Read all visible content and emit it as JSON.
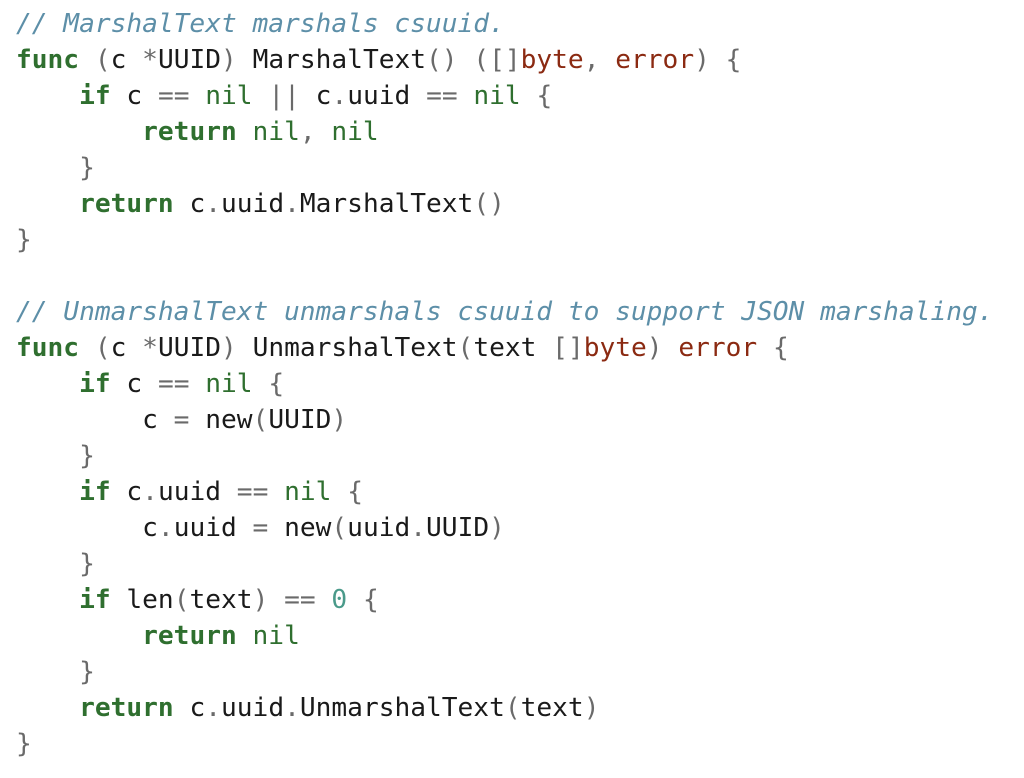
{
  "colors": {
    "background": "#ffffff",
    "comment": "#5d8fa8",
    "keyword": "#2f6f2f",
    "identifier": "#1a1a1a",
    "punctuation": "#6a6a6a",
    "builtin_type": "#8b2a12",
    "number": "#4a9a8a"
  },
  "code": {
    "lines": [
      [
        {
          "t": "comment",
          "v": "// MarshalText marshals csuuid."
        }
      ],
      [
        {
          "t": "keyword",
          "v": "func"
        },
        {
          "t": "punct",
          "v": " ("
        },
        {
          "t": "ident",
          "v": "c "
        },
        {
          "t": "punct",
          "v": "*"
        },
        {
          "t": "ident",
          "v": "UUID"
        },
        {
          "t": "punct",
          "v": ") "
        },
        {
          "t": "ident",
          "v": "MarshalText"
        },
        {
          "t": "punct",
          "v": "() ([]"
        },
        {
          "t": "type",
          "v": "byte"
        },
        {
          "t": "punct",
          "v": ", "
        },
        {
          "t": "type",
          "v": "error"
        },
        {
          "t": "punct",
          "v": ") {"
        }
      ],
      [
        {
          "t": "ident",
          "v": "    "
        },
        {
          "t": "keyword",
          "v": "if"
        },
        {
          "t": "ident",
          "v": " c "
        },
        {
          "t": "punct",
          "v": "=="
        },
        {
          "t": "ident",
          "v": " "
        },
        {
          "t": "nil",
          "v": "nil"
        },
        {
          "t": "punct",
          "v": " || "
        },
        {
          "t": "ident",
          "v": "c"
        },
        {
          "t": "punct",
          "v": "."
        },
        {
          "t": "ident",
          "v": "uuid "
        },
        {
          "t": "punct",
          "v": "=="
        },
        {
          "t": "ident",
          "v": " "
        },
        {
          "t": "nil",
          "v": "nil"
        },
        {
          "t": "punct",
          "v": " {"
        }
      ],
      [
        {
          "t": "ident",
          "v": "        "
        },
        {
          "t": "keyword",
          "v": "return"
        },
        {
          "t": "ident",
          "v": " "
        },
        {
          "t": "nil",
          "v": "nil"
        },
        {
          "t": "punct",
          "v": ", "
        },
        {
          "t": "nil",
          "v": "nil"
        }
      ],
      [
        {
          "t": "ident",
          "v": "    "
        },
        {
          "t": "punct",
          "v": "}"
        }
      ],
      [
        {
          "t": "ident",
          "v": "    "
        },
        {
          "t": "keyword",
          "v": "return"
        },
        {
          "t": "ident",
          "v": " c"
        },
        {
          "t": "punct",
          "v": "."
        },
        {
          "t": "ident",
          "v": "uuid"
        },
        {
          "t": "punct",
          "v": "."
        },
        {
          "t": "ident",
          "v": "MarshalText"
        },
        {
          "t": "punct",
          "v": "()"
        }
      ],
      [
        {
          "t": "punct",
          "v": "}"
        }
      ],
      [],
      [
        {
          "t": "comment",
          "v": "// UnmarshalText unmarshals csuuid to support JSON marshaling."
        }
      ],
      [
        {
          "t": "keyword",
          "v": "func"
        },
        {
          "t": "punct",
          "v": " ("
        },
        {
          "t": "ident",
          "v": "c "
        },
        {
          "t": "punct",
          "v": "*"
        },
        {
          "t": "ident",
          "v": "UUID"
        },
        {
          "t": "punct",
          "v": ") "
        },
        {
          "t": "ident",
          "v": "UnmarshalText"
        },
        {
          "t": "punct",
          "v": "("
        },
        {
          "t": "ident",
          "v": "text "
        },
        {
          "t": "punct",
          "v": "[]"
        },
        {
          "t": "type",
          "v": "byte"
        },
        {
          "t": "punct",
          "v": ") "
        },
        {
          "t": "type",
          "v": "error"
        },
        {
          "t": "punct",
          "v": " {"
        }
      ],
      [
        {
          "t": "ident",
          "v": "    "
        },
        {
          "t": "keyword",
          "v": "if"
        },
        {
          "t": "ident",
          "v": " c "
        },
        {
          "t": "punct",
          "v": "=="
        },
        {
          "t": "ident",
          "v": " "
        },
        {
          "t": "nil",
          "v": "nil"
        },
        {
          "t": "punct",
          "v": " {"
        }
      ],
      [
        {
          "t": "ident",
          "v": "        c "
        },
        {
          "t": "punct",
          "v": "="
        },
        {
          "t": "ident",
          "v": " new"
        },
        {
          "t": "punct",
          "v": "("
        },
        {
          "t": "ident",
          "v": "UUID"
        },
        {
          "t": "punct",
          "v": ")"
        }
      ],
      [
        {
          "t": "ident",
          "v": "    "
        },
        {
          "t": "punct",
          "v": "}"
        }
      ],
      [
        {
          "t": "ident",
          "v": "    "
        },
        {
          "t": "keyword",
          "v": "if"
        },
        {
          "t": "ident",
          "v": " c"
        },
        {
          "t": "punct",
          "v": "."
        },
        {
          "t": "ident",
          "v": "uuid "
        },
        {
          "t": "punct",
          "v": "=="
        },
        {
          "t": "ident",
          "v": " "
        },
        {
          "t": "nil",
          "v": "nil"
        },
        {
          "t": "punct",
          "v": " {"
        }
      ],
      [
        {
          "t": "ident",
          "v": "        c"
        },
        {
          "t": "punct",
          "v": "."
        },
        {
          "t": "ident",
          "v": "uuid "
        },
        {
          "t": "punct",
          "v": "="
        },
        {
          "t": "ident",
          "v": " new"
        },
        {
          "t": "punct",
          "v": "("
        },
        {
          "t": "ident",
          "v": "uuid"
        },
        {
          "t": "punct",
          "v": "."
        },
        {
          "t": "ident",
          "v": "UUID"
        },
        {
          "t": "punct",
          "v": ")"
        }
      ],
      [
        {
          "t": "ident",
          "v": "    "
        },
        {
          "t": "punct",
          "v": "}"
        }
      ],
      [
        {
          "t": "ident",
          "v": "    "
        },
        {
          "t": "keyword",
          "v": "if"
        },
        {
          "t": "ident",
          "v": " len"
        },
        {
          "t": "punct",
          "v": "("
        },
        {
          "t": "ident",
          "v": "text"
        },
        {
          "t": "punct",
          "v": ") == "
        },
        {
          "t": "number",
          "v": "0"
        },
        {
          "t": "punct",
          "v": " {"
        }
      ],
      [
        {
          "t": "ident",
          "v": "        "
        },
        {
          "t": "keyword",
          "v": "return"
        },
        {
          "t": "ident",
          "v": " "
        },
        {
          "t": "nil",
          "v": "nil"
        }
      ],
      [
        {
          "t": "ident",
          "v": "    "
        },
        {
          "t": "punct",
          "v": "}"
        }
      ],
      [
        {
          "t": "ident",
          "v": "    "
        },
        {
          "t": "keyword",
          "v": "return"
        },
        {
          "t": "ident",
          "v": " c"
        },
        {
          "t": "punct",
          "v": "."
        },
        {
          "t": "ident",
          "v": "uuid"
        },
        {
          "t": "punct",
          "v": "."
        },
        {
          "t": "ident",
          "v": "UnmarshalText"
        },
        {
          "t": "punct",
          "v": "("
        },
        {
          "t": "ident",
          "v": "text"
        },
        {
          "t": "punct",
          "v": ")"
        }
      ],
      [
        {
          "t": "punct",
          "v": "}"
        }
      ]
    ]
  }
}
